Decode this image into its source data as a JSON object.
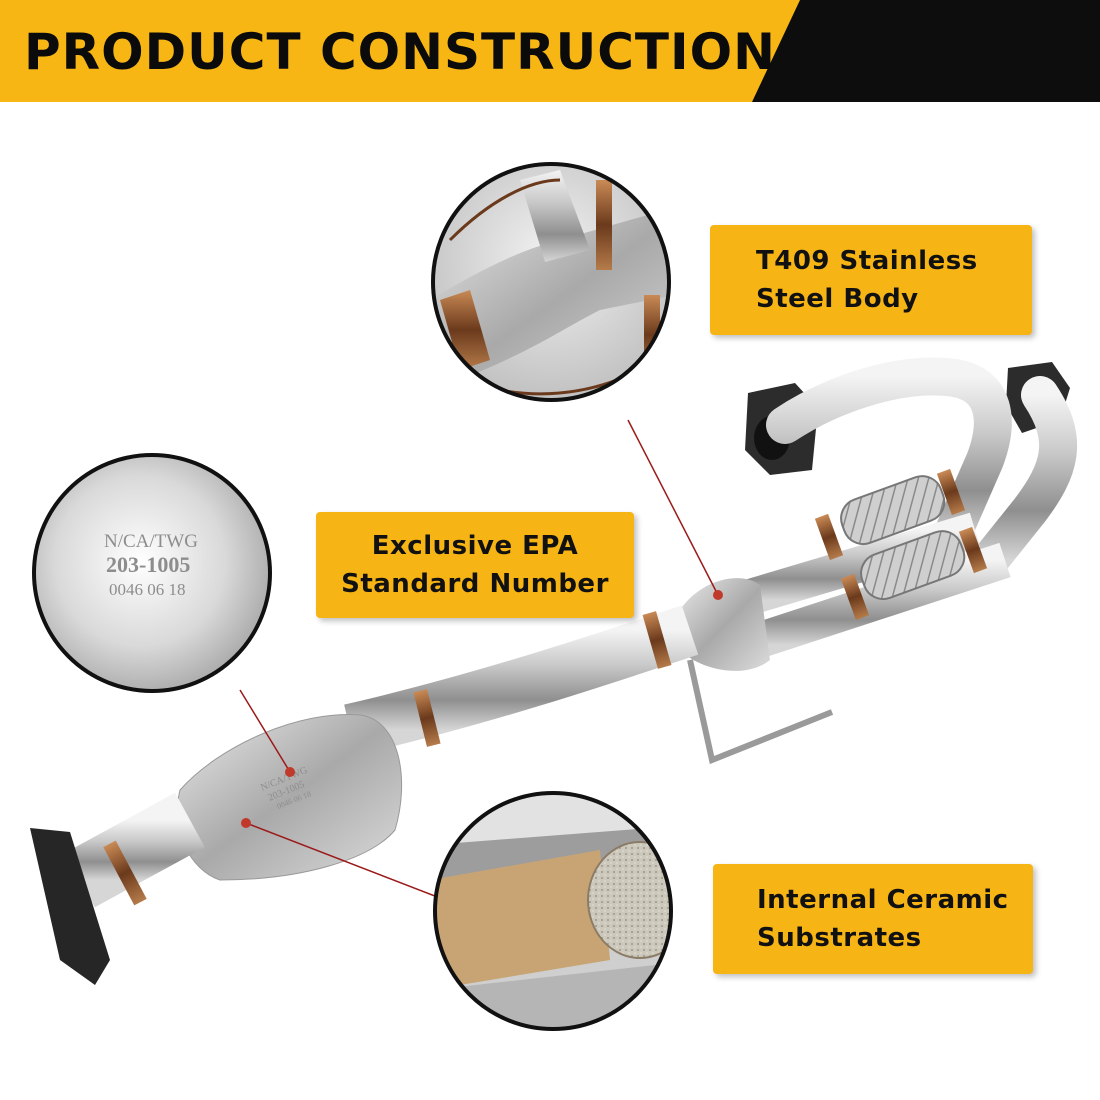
{
  "banner": {
    "title": "PRODUCT CONSTRUCTION",
    "accent_color": "#f7b614",
    "dark_color": "#0d0d0d"
  },
  "callouts": [
    {
      "line1": "T409 Stainless",
      "line2": "Steel Body"
    },
    {
      "line1": "Exclusive EPA",
      "line2": "Standard Number"
    },
    {
      "line1": "Internal Ceramic",
      "line2": "Substrates"
    }
  ],
  "stamp": {
    "line1": "N/CA/TWG",
    "line2": "203-1005",
    "line3": "0046  06  18"
  },
  "body_stamp": {
    "line1": "N/CA/TWG",
    "line2": "203-1005",
    "line3": "0046  06  18"
  },
  "image": {
    "subject": "catalytic-converter-exhaust-pipe",
    "pointer_color": "#9b1a1a"
  }
}
